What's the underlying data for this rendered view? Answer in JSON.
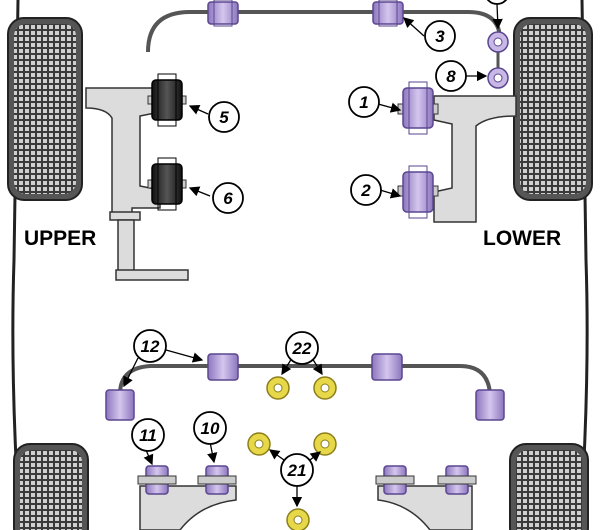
{
  "labels": {
    "upper": "UPPER",
    "lower": "LOWER"
  },
  "callouts": {
    "c1": "1",
    "c2": "2",
    "c3": "3",
    "c5": "5",
    "c6": "6",
    "c8": "8",
    "c10": "10",
    "c11": "11",
    "c12": "12",
    "c21": "21",
    "c22": "22"
  },
  "colors": {
    "bush_purple": "#b9a5d8",
    "bush_purple_dark": "#7a62a8",
    "bush_black": "#2a2a2a",
    "washer_yellow": "#e7d84a",
    "arm_gray": "#d8d8d8",
    "outline": "#333333",
    "tyre_dark": "#3a3a3a"
  }
}
